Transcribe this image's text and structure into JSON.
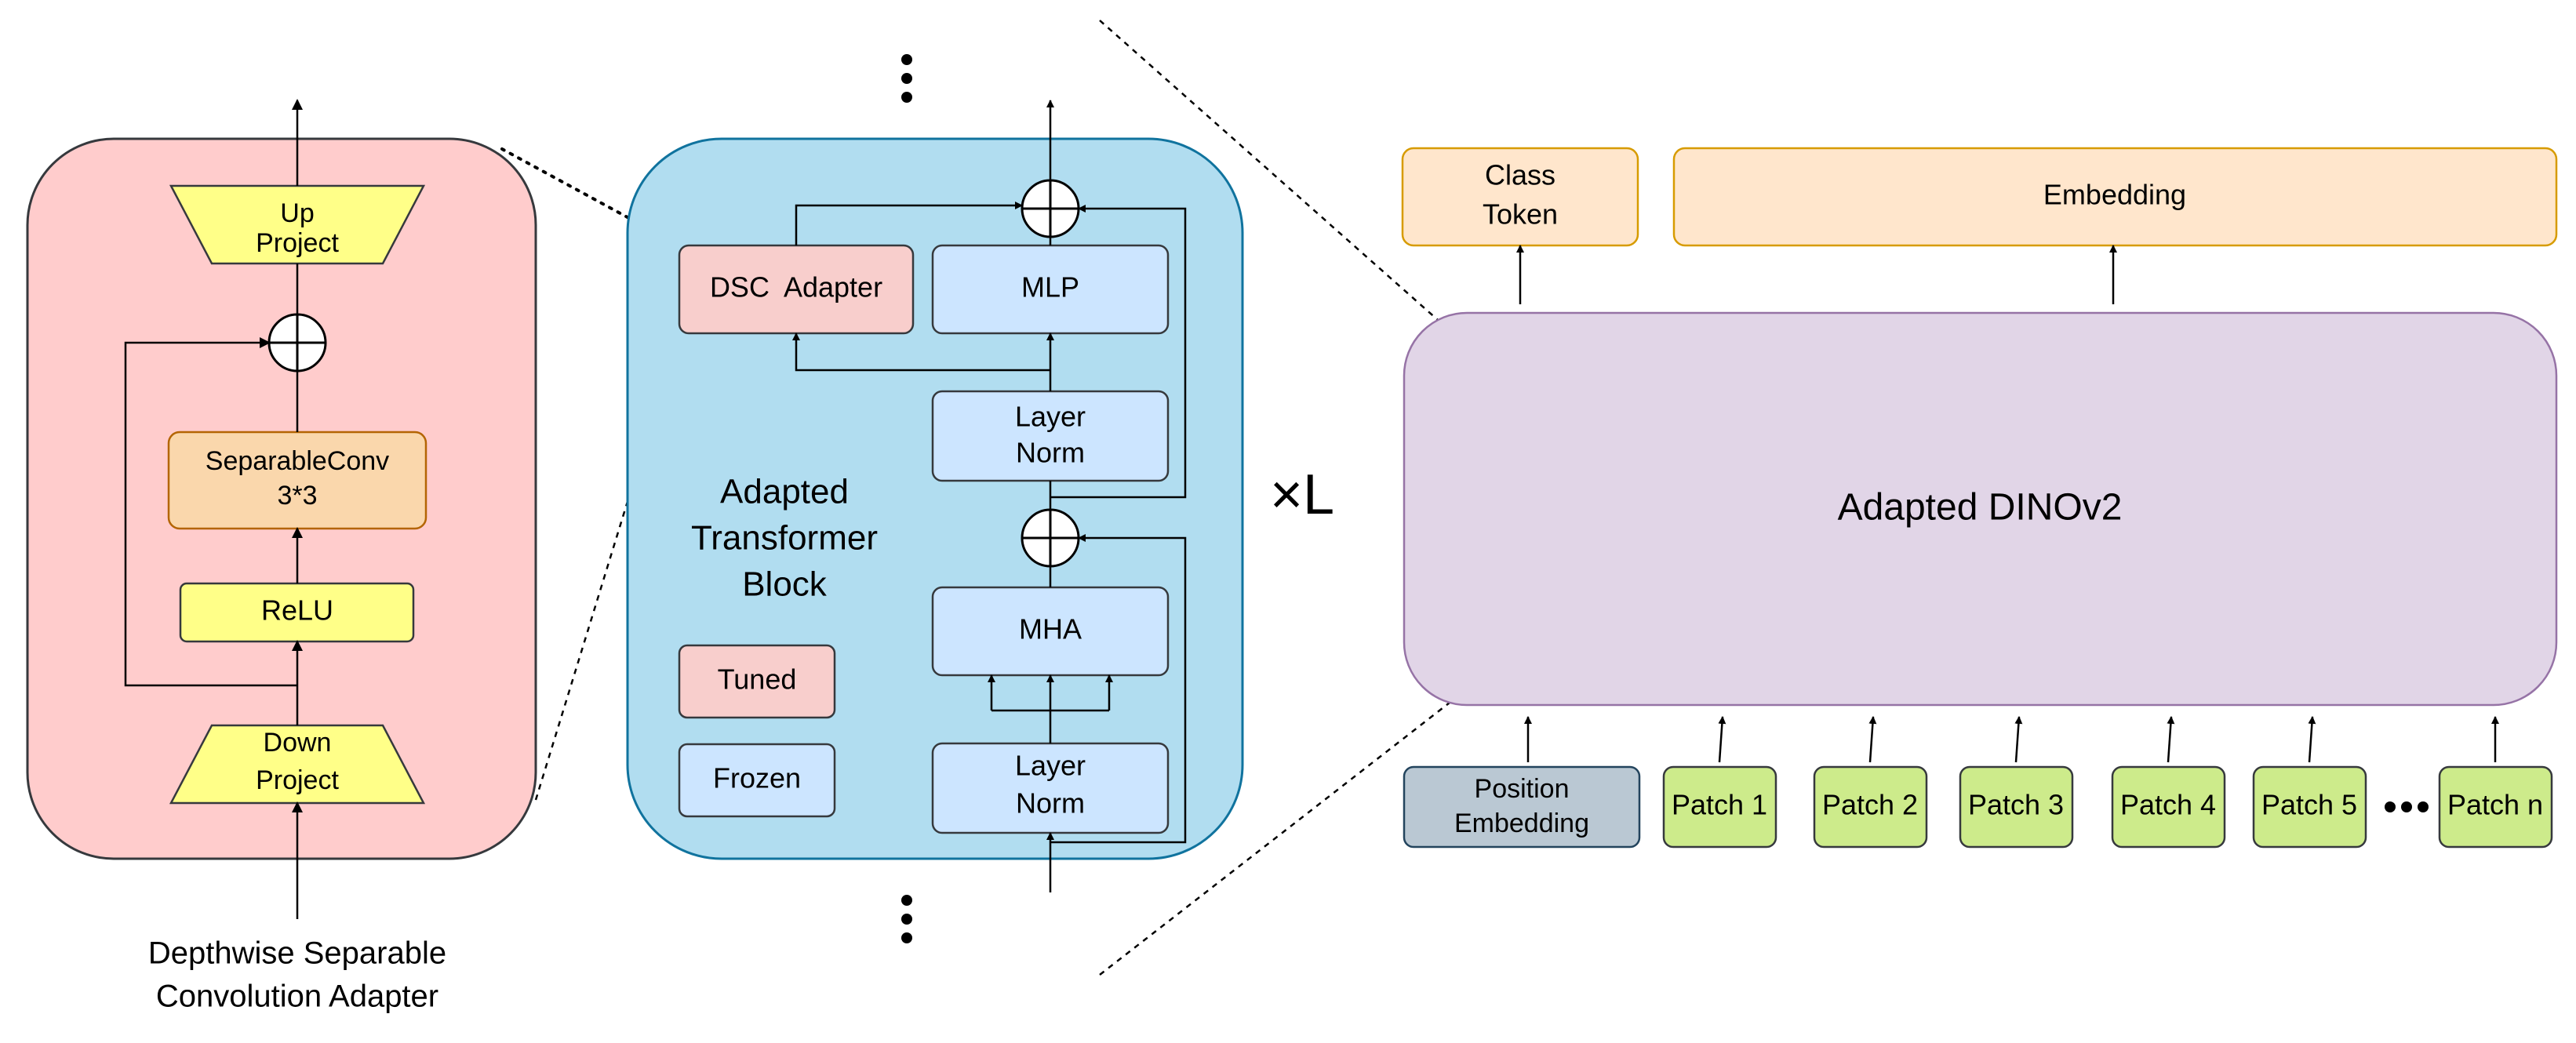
{
  "colors": {
    "adapter_panel_fill": "#ffcccc",
    "block_panel_fill": "#b1ddf0",
    "block_panel_stroke": "#10739e",
    "tuned_fill": "#f8cecc",
    "frozen_fill": "#cce5ff",
    "yellow_fill": "#ffff88",
    "orange_fill": "#fad7ac",
    "output_fill": "#ffe6cc",
    "output_stroke": "#d79b00",
    "dino_fill": "#e1d5e7",
    "dino_stroke": "#9673a6",
    "position_fill": "#bac8d3",
    "patch_fill": "#cdeb8b",
    "patch_stroke": "#36393d"
  },
  "adapter": {
    "up_project": [
      "Up",
      "Project"
    ],
    "separable_conv": [
      "SeparableConv",
      "3*3"
    ],
    "relu": "ReLU",
    "down_project": [
      "Down",
      "Project"
    ],
    "caption": [
      "Depthwise Separable",
      "Convolution Adapter"
    ]
  },
  "block": {
    "dsc_adapter": "DSC  Adapter",
    "mlp": "MLP",
    "layer_norm_top": [
      "Layer",
      "Norm"
    ],
    "mha": "MHA",
    "layer_norm_bottom": [
      "Layer",
      "Norm"
    ],
    "title": [
      "Adapted",
      "Transformer",
      "Block"
    ],
    "legend_tuned": "Tuned",
    "legend_frozen": "Frozen"
  },
  "repeat_label": "×L",
  "model": {
    "class_token": [
      "Class",
      "Token"
    ],
    "embedding": "Embedding",
    "dino": "Adapted DINOv2",
    "position_embedding": [
      "Position",
      "Embedding"
    ],
    "patches": [
      "Patch 1",
      "Patch 2",
      "Patch 3",
      "Patch 4",
      "Patch 5",
      "Patch n"
    ]
  }
}
